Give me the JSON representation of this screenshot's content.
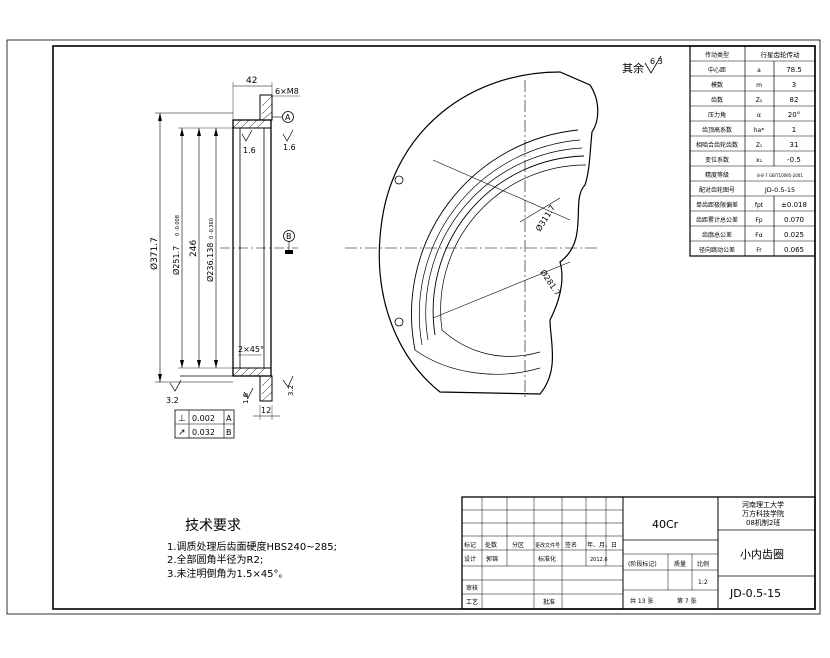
{
  "params_table": {
    "rows": [
      {
        "name": "传动类型",
        "symbol": "",
        "value": "行星齿轮传动"
      },
      {
        "name": "中心距",
        "symbol": "a",
        "value": "78.5"
      },
      {
        "name": "模数",
        "symbol": "m",
        "value": "3"
      },
      {
        "name": "齿数",
        "symbol": "Z₂",
        "value": "82"
      },
      {
        "name": "压力角",
        "symbol": "α",
        "value": "20°"
      },
      {
        "name": "齿顶高系数",
        "symbol": "ha*",
        "value": "1"
      },
      {
        "name": "相啮合齿轮齿数",
        "symbol": "Z₁",
        "value": "31"
      },
      {
        "name": "变位系数",
        "symbol": "x₂",
        "value": "-0.5"
      },
      {
        "name": "精度等级",
        "symbol": "",
        "value": "8-8-7 GB/T10095-2001"
      },
      {
        "name": "配对齿轮图号",
        "symbol": "",
        "value": "JD-0.5-15"
      },
      {
        "name": "单齿距极限偏差",
        "symbol": "fpt",
        "value": "±0.018"
      },
      {
        "name": "齿距累计总公差",
        "symbol": "Fp",
        "value": "0.070"
      },
      {
        "name": "齿廓总公差",
        "symbol": "Fα",
        "value": "0.025"
      },
      {
        "name": "径向跳动公差",
        "symbol": "Fr",
        "value": "0.065"
      }
    ]
  },
  "roughness_note": {
    "label": "其余",
    "value": "6.3"
  },
  "section_view": {
    "width_dim": "42",
    "thread": "6×M8",
    "datum_a": "A",
    "datum_b": "B",
    "rough_1": "1.6",
    "rough_2": "1.6",
    "rough_3": "1.6",
    "rough_4": "3.2",
    "rough_5": "3.2",
    "chamfer": "2×45°",
    "dim_12": "12",
    "dia_outer": "Ø371.7",
    "dia_2": "Ø251.7",
    "dia_2_tol": "0 -0.008",
    "dia_3": "246",
    "dia_4": "Ø236.138",
    "dia_4_tol": "0 -0.360",
    "tol_row1": {
      "symbol": "⊥",
      "value": "0.002",
      "datum": "A"
    },
    "tol_row2": {
      "symbol": "↗",
      "value": "0.032",
      "datum": "B"
    }
  },
  "front_view": {
    "dim_1": "Ø311.7",
    "dim_2": "Ø281.7"
  },
  "tech_req": {
    "title": "技术要求",
    "items": [
      "1.调质处理后齿面硬度HBS240~285;",
      "2.全部圆角半径为R2;",
      "3.未注明倒角为1.5×45°。"
    ]
  },
  "title_block": {
    "school": [
      "河南理工大学",
      "万方科技学院",
      "08机制2班"
    ],
    "material": "40Cr",
    "part_name": "小内齿圈",
    "drawing_no": "JD-0.5-15",
    "scale": "1:2",
    "sheets": "共 13 张",
    "sheet_no": "第 7 张",
    "row_labels": [
      "标记",
      "处数",
      "分区",
      "更改文件号",
      "签名",
      "年、月、日"
    ],
    "designer_label": "设计",
    "designer": "郭锦",
    "standard_label": "标准化",
    "date": "2012.6",
    "stage_label": "(阶段标记)",
    "weight_label": "质量",
    "ratio_label": "比例",
    "review_label": "审核",
    "craft_label": "工艺",
    "approve_label": "批准"
  }
}
